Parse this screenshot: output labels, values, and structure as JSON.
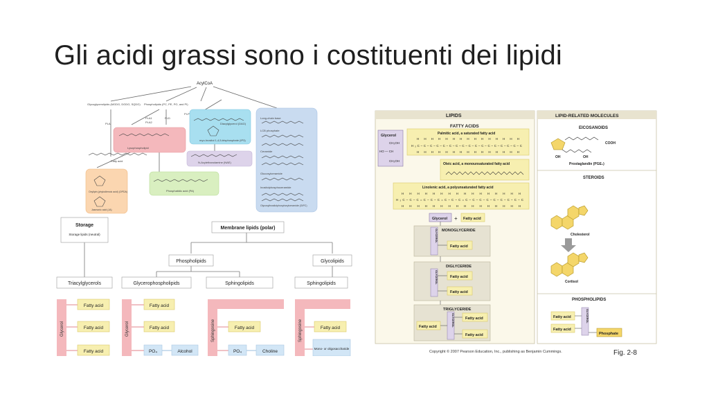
{
  "slide": {
    "title": "Gli acidi grassi sono i costituenti dei lipidi"
  },
  "left_figure": {
    "pathway": {
      "root": "AcylCoA",
      "glycoglycerolipids": "Glycoglycerolipids (MGDG, DGDG, SQDG)",
      "phospholipids": "Phospholipids (PC, PE, PG, and PI)",
      "pi_plc": "PI-PLC",
      "pla_left": "PLA",
      "pla1": "PLA1",
      "pla2": "PLA2",
      "pld": "PLD",
      "lysophospholipid": "Lysophospholipid",
      "dag": "Diacylglycerol (DAG)",
      "inositol": "myo-Inositol 1,4,5-trisphosphate (IP3)",
      "fatty_acid": "Fatty acid",
      "nae": "N-Acylethanolamine (NAE)",
      "oxylipin": "Oxylipin (phytodienoic acid) (OPDA)",
      "jasmonic": "Jasmonic acid (JA)",
      "phosphatidic": "Phosphatidic acid (PA)",
      "lcb": "Long-chain base",
      "lcb_p": "LCB phosphate",
      "ceramide": "Ceramide",
      "glucosylceramide": "Glucosylceramide",
      "inositolphosphoceramide": "Inositolphosphoceramide",
      "gipc": "Glycosylinositolphosphorylceramide (GIPC)"
    },
    "classification": {
      "storage": "Storage lipids (neutral)",
      "membrane": "Membrane lipids (polar)",
      "phospholipids": "Phospholipids",
      "glycolipids": "Glycolipids",
      "triacylglycerols": "Triacylglycerols",
      "glycerophospholipids": "Glycerophospholipids",
      "sphingolipids_a": "Sphingolipids",
      "sphingolipids_b": "Sphingolipids",
      "glycerol": "Glycerol",
      "sphingosine": "Sphingosine",
      "fatty_acid": "Fatty acid",
      "po4": "PO₄",
      "alcohol": "Alcohol",
      "choline": "Choline",
      "mono_oligo": "Mono- or oligosaccharide"
    }
  },
  "right_figure": {
    "lipids_header": "LIPIDS",
    "fatty_acids_header": "FATTY ACIDS",
    "glycerol": "Glycerol",
    "ch2oh": "CH₂OH",
    "ho_ch": "HO — CH",
    "palmitic": "Palmitic acid, a saturated fatty acid",
    "oleic": "Oleic acid, a monounsaturated fatty acid",
    "linolenic": "Linolenic acid, a polyunsaturated fatty acid",
    "fatty_acid": "Fatty acid",
    "plus": "+",
    "glycerol_vertical": "GLYCEROL",
    "monoglyceride": "MONOGLYCERIDE",
    "diglyceride": "DIGLYCERIDE",
    "triglyceride": "TRIGLYCERIDE",
    "related_header": "LIPID-RELATED MOLECULES",
    "eicosanoids": "EICOSANOIDS",
    "cooh": "COOH",
    "oh": "OH",
    "prostaglandin": "Prostaglandin (PGE₂)",
    "steroids": "STEROIDS",
    "cholesterol": "Cholesterol",
    "cortisol": "Cortisol",
    "phospholipids_header": "PHOSPHOLIPIDS",
    "phosphate": "Phosphate",
    "copyright": "Copyright © 2007 Pearson Education, Inc., publishing as Benjamin Cummings.",
    "fig": "Fig. 2-8"
  },
  "colors": {
    "pink": "#f4b8bc",
    "yellow": "#f7efb0",
    "blue_panel": "#c9dbf0",
    "cyan_panel": "#a8dff0",
    "orange_panel": "#fbd6b0",
    "green_panel": "#d9efc0",
    "lavender": "#ddd3ea",
    "light_blue_box": "#d2e6f6"
  }
}
